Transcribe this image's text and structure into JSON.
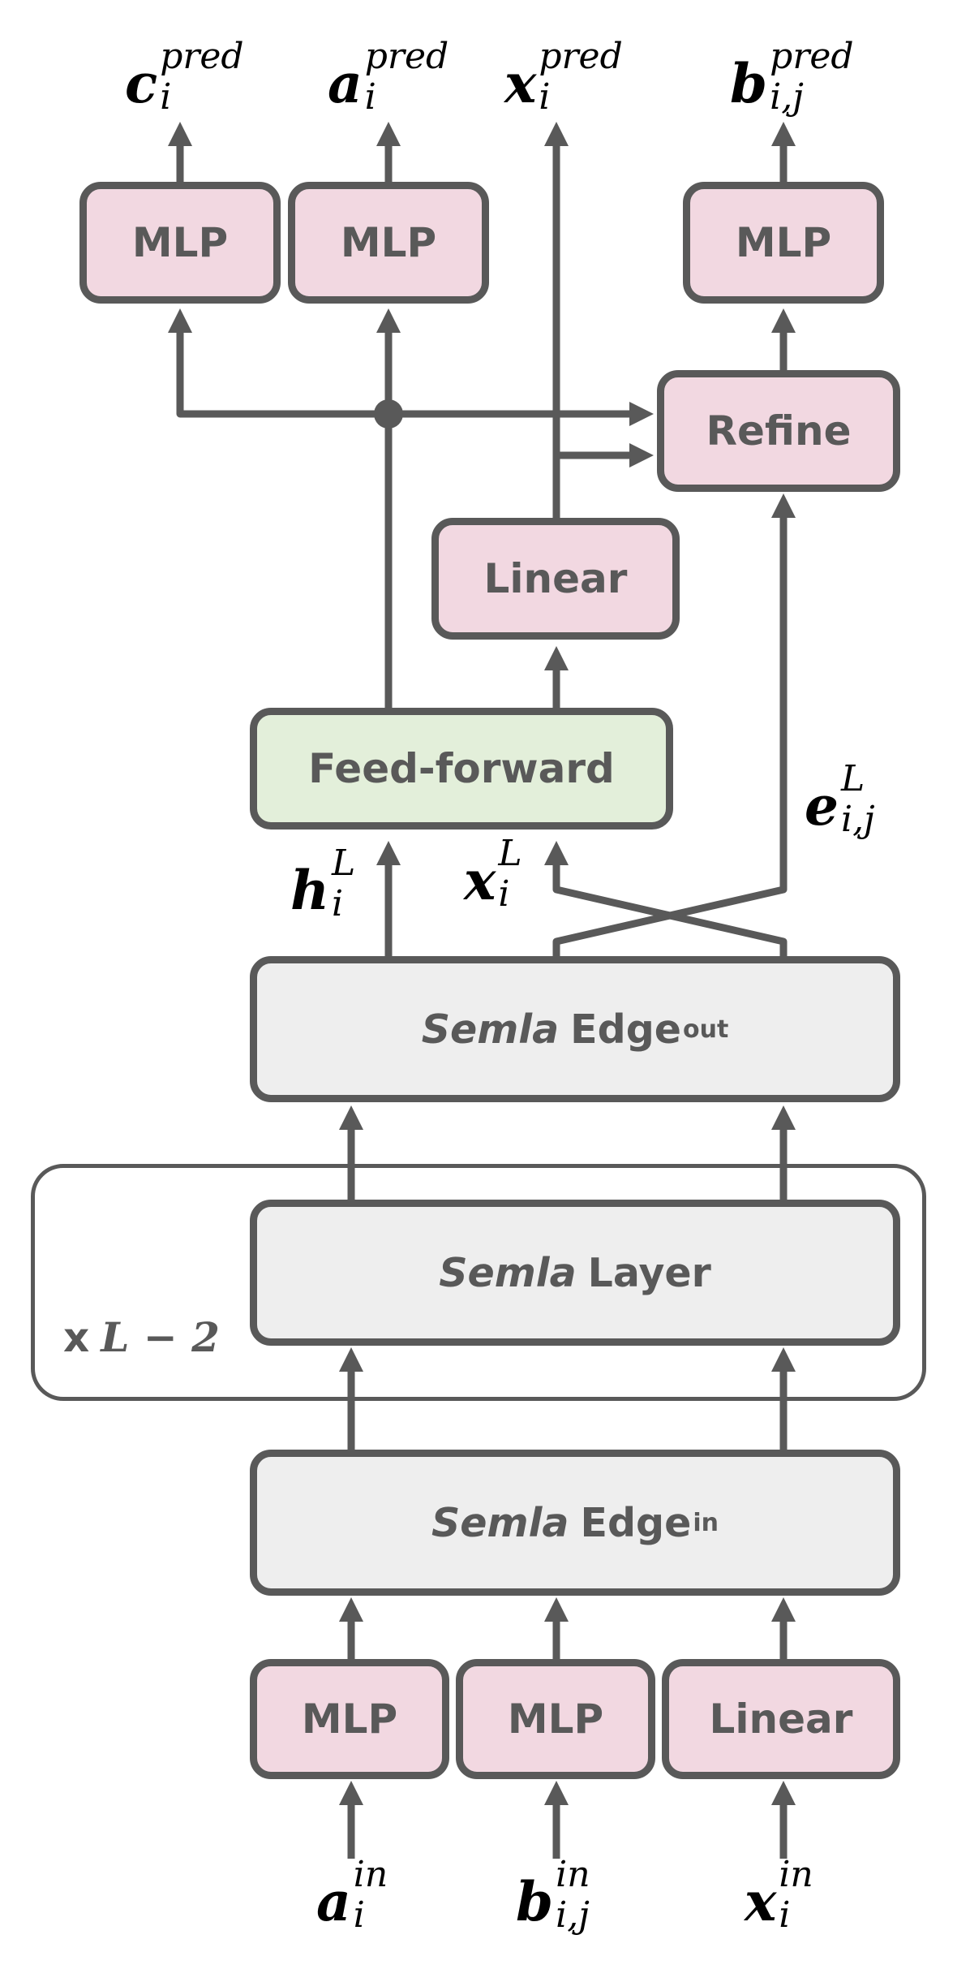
{
  "boxes": {
    "mlp_c": "MLP",
    "mlp_a": "MLP",
    "mlp_b_out": "MLP",
    "refine": "Refine",
    "linear_top": "Linear",
    "feed_forward": "Feed-forward",
    "mlp_a_in": "MLP",
    "mlp_b_in": "MLP",
    "linear_in": "Linear"
  },
  "semla": {
    "name": "Semla",
    "edge_out_word": "Edge",
    "edge_out_sub": "out",
    "layer_word": "Layer",
    "edge_in_word": "Edge",
    "edge_in_sub": "in"
  },
  "repeat": {
    "prefix": "x",
    "expr": "L − 2"
  },
  "variables": {
    "c_pred": {
      "base": "c",
      "sup": "pred",
      "sub": "i"
    },
    "a_pred": {
      "base": "a",
      "sup": "pred",
      "sub": "i"
    },
    "x_pred": {
      "base": "x",
      "sup": "pred",
      "sub": "i"
    },
    "b_pred": {
      "base": "b",
      "sup": "pred",
      "sub": "i,j"
    },
    "h_L": {
      "base": "h",
      "sup": "L",
      "sub": "i"
    },
    "x_L": {
      "base": "x",
      "sup": "L",
      "sub": "i"
    },
    "e_L": {
      "base": "e",
      "sup": "L",
      "sub": "i,j"
    },
    "a_in": {
      "base": "a",
      "sup": "in",
      "sub": "i"
    },
    "b_in": {
      "base": "b",
      "sup": "in",
      "sub": "i,j"
    },
    "x_in": {
      "base": "x",
      "sup": "in",
      "sub": "i"
    }
  },
  "colors": {
    "stroke": "#595959",
    "pink_fill": "#f2d8e1",
    "green_fill": "#e3efda",
    "gray_fill": "#eeeeee",
    "math_text": "#000000"
  }
}
